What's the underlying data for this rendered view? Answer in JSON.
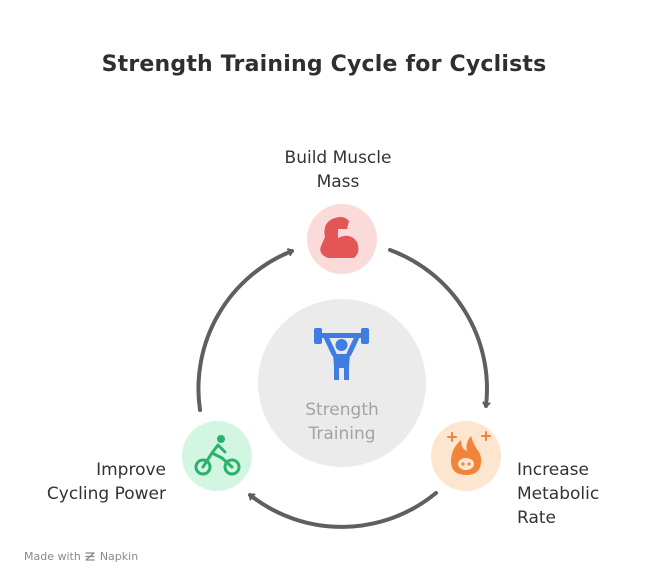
{
  "title": "Strength Training Cycle for Cyclists",
  "center": {
    "line1": "Strength",
    "line2": "Training",
    "icon": "weightlifter-icon"
  },
  "nodes": {
    "top": {
      "line1": "Build Muscle",
      "line2": "Mass",
      "icon": "flexed-bicep-icon",
      "color": "#e45555",
      "bg": "#fbdada"
    },
    "right": {
      "line1": "Increase",
      "line2": "Metabolic",
      "line3": "Rate",
      "icon": "flame-icon",
      "color": "#f0853a",
      "bg": "#fde6cf"
    },
    "left": {
      "line1": "Improve",
      "line2": "Cycling Power",
      "icon": "cyclist-icon",
      "color": "#27b36a",
      "bg": "#d3f6e2"
    }
  },
  "colors": {
    "arrow": "#5f5f5f",
    "center_circle": "#ebebeb",
    "center_icon": "#3f7de3"
  },
  "footer": {
    "made_with": "Made with",
    "brand": "Napkin"
  }
}
